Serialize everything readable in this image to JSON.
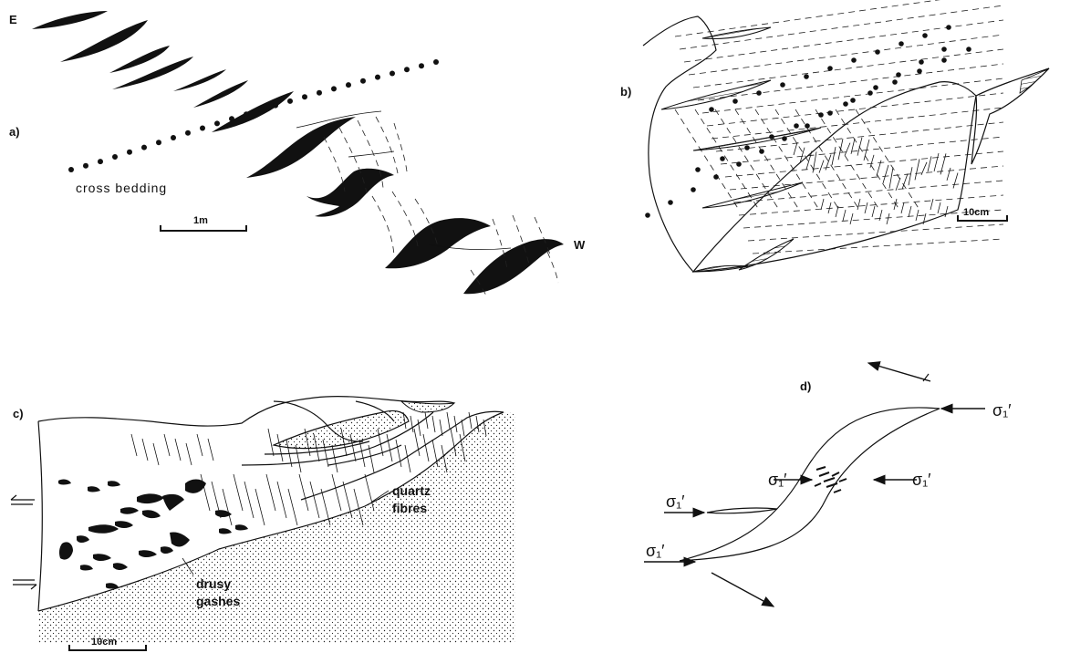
{
  "panels": {
    "a": {
      "label": "a)",
      "direction_east": "E",
      "direction_west": "W",
      "cross_bedding_label": "cross bedding",
      "scale_label": "1m"
    },
    "b": {
      "label": "b)",
      "scale_label": "10cm"
    },
    "c": {
      "label": "c)",
      "quartz_label_1": "quartz",
      "quartz_label_2": "fibres",
      "drusy_label_1": "drusy",
      "drusy_label_2": "gashes",
      "scale_label": "10cm"
    },
    "d": {
      "label": "d)",
      "stress_symbol": "σ₁′"
    }
  },
  "colors": {
    "ink": "#111111",
    "background": "#ffffff"
  }
}
